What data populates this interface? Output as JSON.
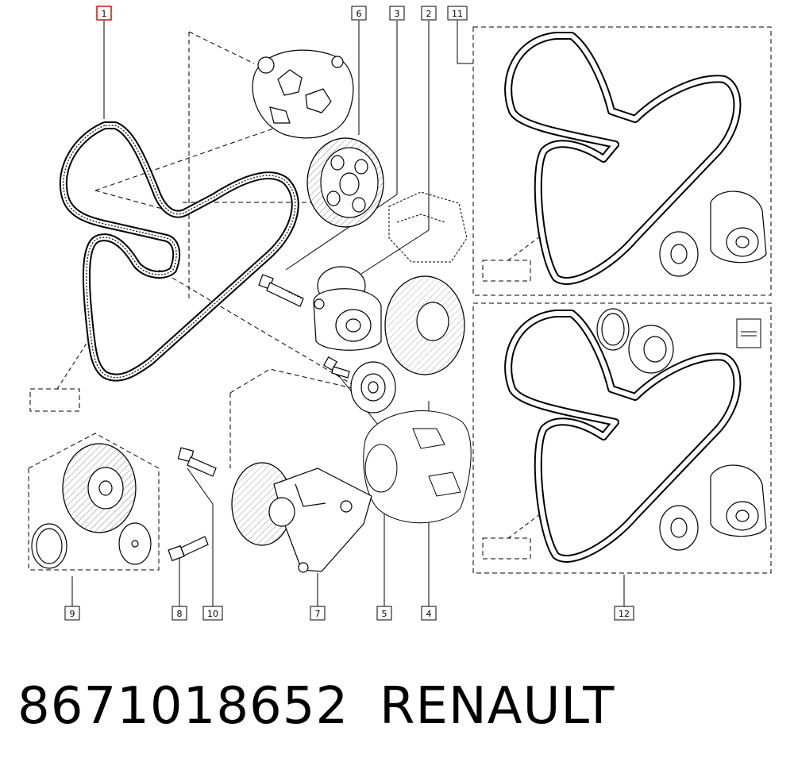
{
  "callouts": {
    "c1": "1",
    "c2": "2",
    "c3": "3",
    "c4": "4",
    "c5": "5",
    "c6": "6",
    "c7": "7",
    "c8": "8",
    "c9": "9",
    "c10": "10",
    "c11": "11",
    "c12": "12"
  },
  "highlight_color": "#e0141e",
  "footer": {
    "part_number": "8671018652",
    "brand": "RENAULT"
  }
}
